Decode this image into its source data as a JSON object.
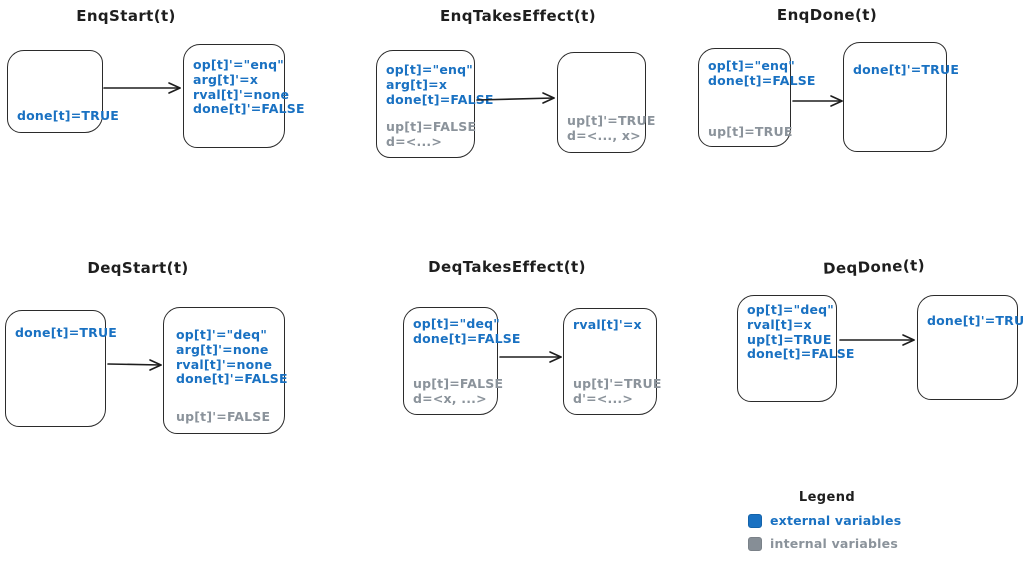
{
  "colors": {
    "external_variable_blue": "#1971c2",
    "internal_variable_gray": "#8b939b",
    "shape_stroke": "#1e1e1e"
  },
  "panels": [
    {
      "title": "EnqStart(t)",
      "left": {
        "external": [
          "done[t]=TRUE"
        ],
        "internal": []
      },
      "right": {
        "external": [
          "op[t]'=\"enq\"",
          "arg[t]'=x",
          "rval[t]'=none",
          "done[t]'=FALSE"
        ],
        "internal": []
      }
    },
    {
      "title": "EnqTakesEffect(t)",
      "left": {
        "external": [
          "op[t]=\"enq\"",
          "arg[t]=x",
          "done[t]=FALSE"
        ],
        "internal": [
          "up[t]=FALSE",
          "d=<...>"
        ]
      },
      "right": {
        "external": [],
        "internal": [
          "up[t]'=TRUE",
          "d=<..., x>"
        ]
      }
    },
    {
      "title": "EnqDone(t)",
      "left": {
        "external": [
          "op[t]=\"enq\"",
          "done[t]=FALSE"
        ],
        "internal": [
          "up[t]=TRUE"
        ]
      },
      "right": {
        "external": [
          "done[t]'=TRUE"
        ],
        "internal": []
      }
    },
    {
      "title": "DeqStart(t)",
      "left": {
        "external": [
          "done[t]=TRUE"
        ],
        "internal": []
      },
      "right": {
        "external": [
          "op[t]'=\"deq\"",
          "arg[t]'=none",
          "rval[t]'=none",
          "done[t]'=FALSE"
        ],
        "internal": [
          "up[t]'=FALSE"
        ]
      }
    },
    {
      "title": "DeqTakesEffect(t)",
      "left": {
        "external": [
          "op[t]=\"deq\"",
          "done[t]=FALSE"
        ],
        "internal": [
          "up[t]=FALSE",
          "d=<x, ...>"
        ]
      },
      "right": {
        "external": [
          "rval[t]'=x"
        ],
        "internal": [
          "up[t]'=TRUE",
          "d'=<...>"
        ]
      }
    },
    {
      "title": "DeqDone(t)",
      "left": {
        "external": [
          "op[t]=\"deq\"",
          "rval[t]=x",
          "up[t]=TRUE",
          "done[t]=FALSE"
        ],
        "internal": []
      },
      "right": {
        "external": [
          "done[t]'=TRUE"
        ],
        "internal": []
      }
    }
  ],
  "legend": {
    "title": "Legend",
    "items": [
      {
        "label": "external variables",
        "color": "#1971c2"
      },
      {
        "label": "internal variables",
        "color": "#868e96"
      }
    ]
  }
}
